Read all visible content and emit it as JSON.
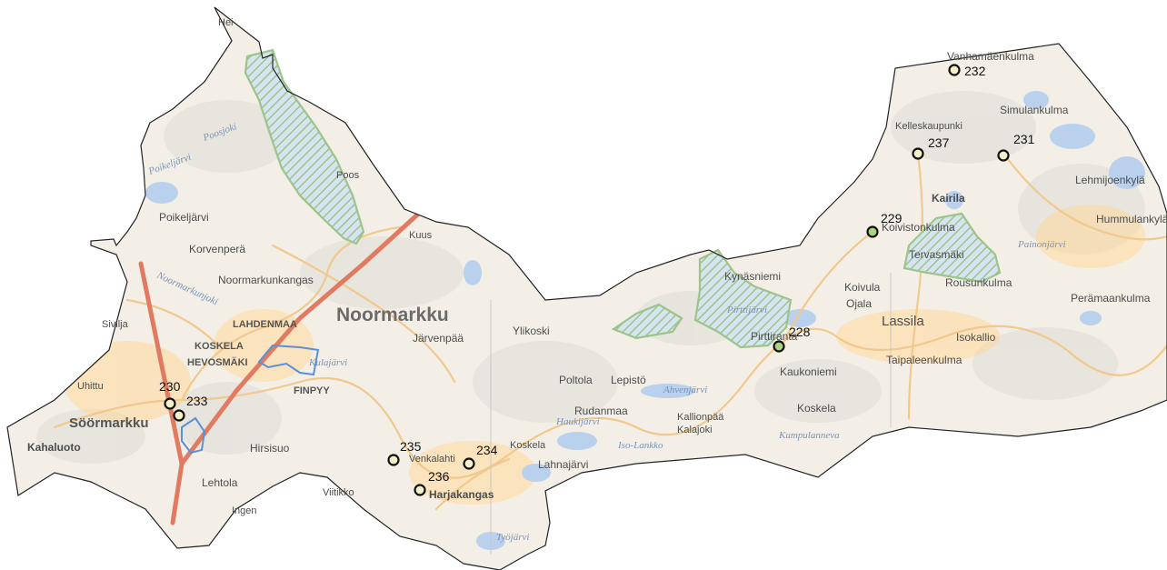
{
  "municipality": "Noormarkku",
  "colors": {
    "boundary": "#222222",
    "motorway": "#e07b62",
    "road": "#f1c88d",
    "water": "#b9d1ec",
    "conservation_hatch": "#9dc48a",
    "site_marker_default": "#f4f1c8",
    "site_marker_highlight": "#a9d37e"
  },
  "places": {
    "lahdenmaa": "LAHDENMAA",
    "koskela_upper": "KOSKELA",
    "hevosmaki": "HEVOSMÄKI",
    "finpyy": "FINPYY",
    "soormarkku": "Söörmarkku",
    "kahaluoto": "Kahaluoto",
    "lehtola": "Lehtola",
    "hirsisuo": "Hirsisuo",
    "poikeljarvi": "Poikeljärvi",
    "korvenpera": "Korvenperä",
    "noormarkunkangas": "Noormarkunkangas",
    "jarvenpaa": "Järvenpää",
    "ylikoski": "Ylikoski",
    "poltola": "Poltola",
    "lepisto": "Lepistö",
    "rudanmaa": "Rudanmaa",
    "koskela_low": "Koskela",
    "venkalahti": "Venkalahti",
    "lahnajarvi": "Lahnajärvi",
    "harjakangas": "Harjakangas",
    "viitikko": "Viitikko",
    "kallionpaa": "Kallionpää",
    "kalajoki": "Kalajoki",
    "kaukoniemi": "Kaukoniemi",
    "koskela_east": "Koskela",
    "kynasniemi": "Kynäsniemi",
    "pirttiranta": "Pirttiranta",
    "lassila": "Lassila",
    "koivula": "Koivula",
    "ojala": "Ojala",
    "isokallio": "Isokallio",
    "taipaleenkulma": "Taipaleenkulma",
    "kairila": "Kairila",
    "simulankulma": "Simulankulma",
    "kelleskaupunki": "Kelleskaupunki",
    "lehmijoenkyla": "Lehmijoenkylä",
    "hummulankyla": "Hummulankylä",
    "peramaankulma": "Perämaankulma",
    "rousunkulma": "Rousunkulma",
    "terveinen": "Tervasmäki",
    "koivistonkulma": "Koivistonkulma",
    "vanhamaenkulma": "Vanhamäenkulma",
    "sivilja": "Sivilja",
    "uhittu": "Uhittu",
    "ingen": "Ingen",
    "poos": "Poos",
    "kuus": "Kuus",
    "heino": "Hei",
    "noormarkunjoki": "Noormarkunjoki",
    "poosjoki": "Poosjoki",
    "poikeljarvi_lake": "Poikeljärvi",
    "kulajarvi": "Kulajärvi",
    "haukijarvi": "Haukijärvi",
    "iso_lankko": "Iso-Lankko",
    "kumpulanneva": "Kumpulanneva",
    "ahvenjarvi": "Ahvenjärvi",
    "painonjarvi": "Painonjärvi",
    "pirttijarvi": "Pirttijärvi",
    "tyojarvi": "Työjärvi"
  },
  "sites": [
    {
      "id": "site-230",
      "label": "230",
      "highlight": false
    },
    {
      "id": "site-233",
      "label": "233",
      "highlight": false
    },
    {
      "id": "site-235",
      "label": "235",
      "highlight": false
    },
    {
      "id": "site-234",
      "label": "234",
      "highlight": false
    },
    {
      "id": "site-236",
      "label": "236",
      "highlight": false
    },
    {
      "id": "site-228",
      "label": "228",
      "highlight": true
    },
    {
      "id": "site-229",
      "label": "229",
      "highlight": true
    },
    {
      "id": "site-237",
      "label": "237",
      "highlight": false
    },
    {
      "id": "site-231",
      "label": "231",
      "highlight": false
    },
    {
      "id": "site-232",
      "label": "232",
      "highlight": false
    }
  ]
}
